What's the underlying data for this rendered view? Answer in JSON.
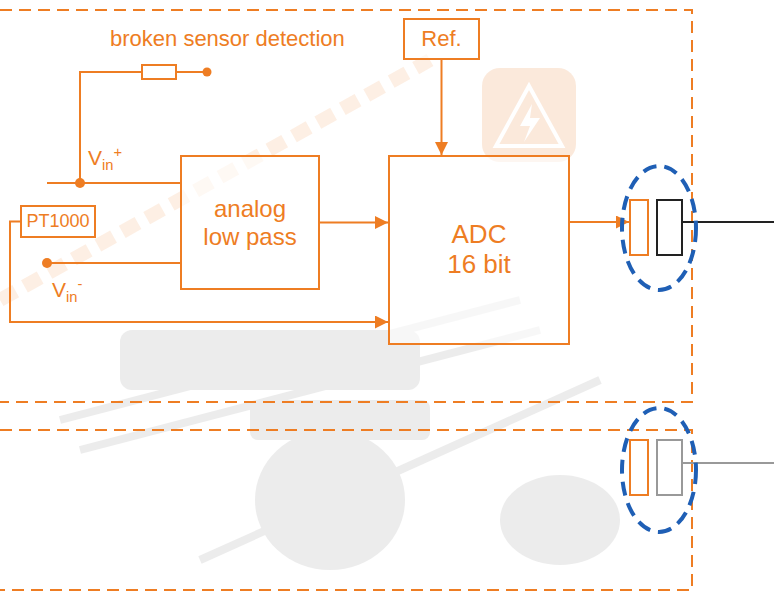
{
  "diagram": {
    "nodes": [
      {
        "text": [
          "PT1000"
        ]
      },
      {
        "text": [
          "analog low pass"
        ]
      },
      {
        "text": [
          "Ref."
        ]
      },
      {
        "text": [
          "ADC 16 bit"
        ]
      }
    ],
    "edges": [
      {
        "from": 0,
        "to": 3,
        "arrow": "to"
      },
      {
        "from": 1,
        "to": 3,
        "arrow": "to"
      },
      {
        "from": 2,
        "to": 3,
        "arrow": "to"
      }
    ],
    "labels": [
      "broken sensor detection",
      "Vin+",
      "Vin-"
    ]
  }
}
